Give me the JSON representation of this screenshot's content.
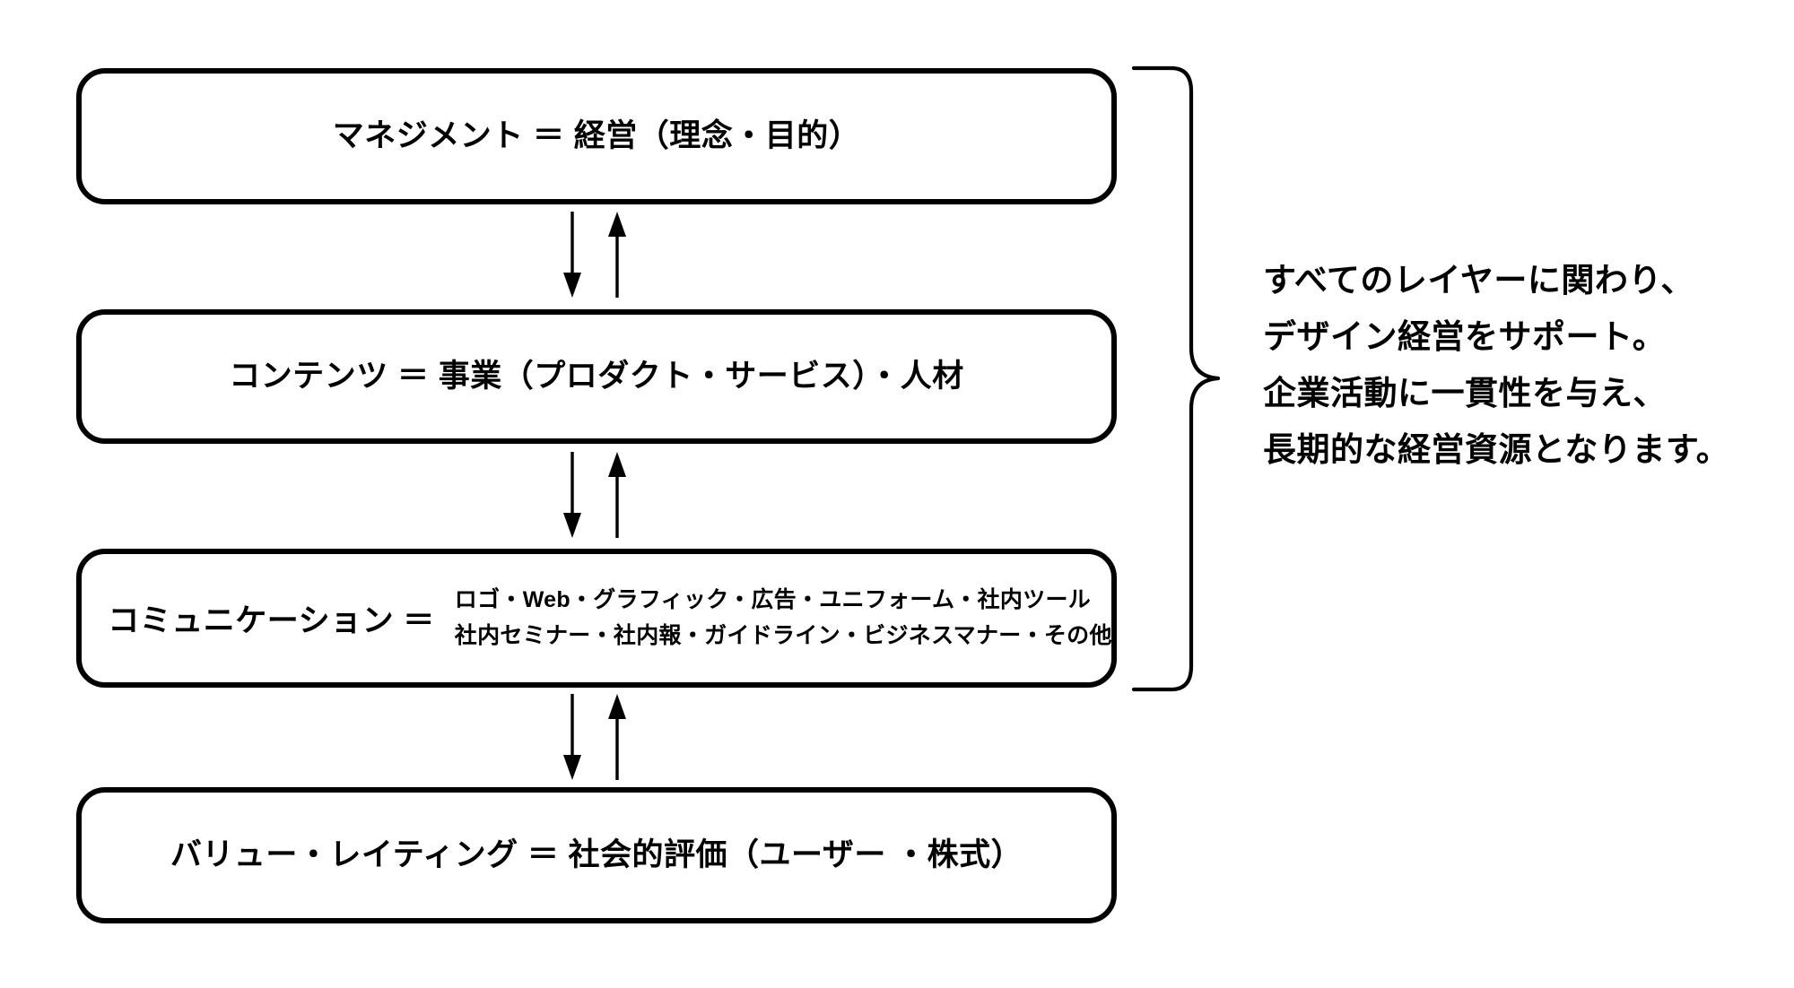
{
  "diagram": {
    "title": "デザイン経営 レイヤー構造図",
    "stroke_color": "#000000",
    "background_color": "#ffffff",
    "layers": [
      {
        "id": "management",
        "label": "マネジメント ＝ 経営（理念・目的）",
        "term": "マネジメント",
        "equals": "＝",
        "definition": "経営（理念・目的）"
      },
      {
        "id": "contents",
        "label": "コンテンツ ＝ 事業（プロダクト・サービス）・人材",
        "term": "コンテンツ",
        "equals": "＝",
        "definition": "事業（プロダクト・サービス）・人材"
      },
      {
        "id": "communication",
        "term": "コミュニケーション ＝",
        "definition_lines": [
          "ロゴ・Web・グラフィック・広告・ユニフォーム・社内ツール",
          "社内セミナー・社内報・ガイドライン・ビジネスマナー・その他"
        ]
      },
      {
        "id": "value-rating",
        "label": "バリュー・レイティング ＝ 社会的評価（ユーザー ・株式）",
        "term": "バリュー・レイティング",
        "equals": "＝",
        "definition": "社会的評価（ユーザー ・株式）"
      }
    ],
    "connectors": [
      {
        "id": "management-contents",
        "direction": "bidirectional",
        "down": "↓",
        "up": "↑"
      },
      {
        "id": "contents-communication",
        "direction": "bidirectional",
        "down": "↓",
        "up": "↑"
      },
      {
        "id": "communication-value",
        "direction": "bidirectional",
        "down": "↓",
        "up": "↑"
      }
    ],
    "scope": {
      "brace_covers": [
        "management",
        "contents",
        "communication"
      ],
      "note_lines": [
        "すべてのレイヤーに関わり、",
        "デザイン経営をサポート。",
        "企業活動に一貫性を与え、",
        "長期的な経営資源となります。"
      ]
    }
  }
}
